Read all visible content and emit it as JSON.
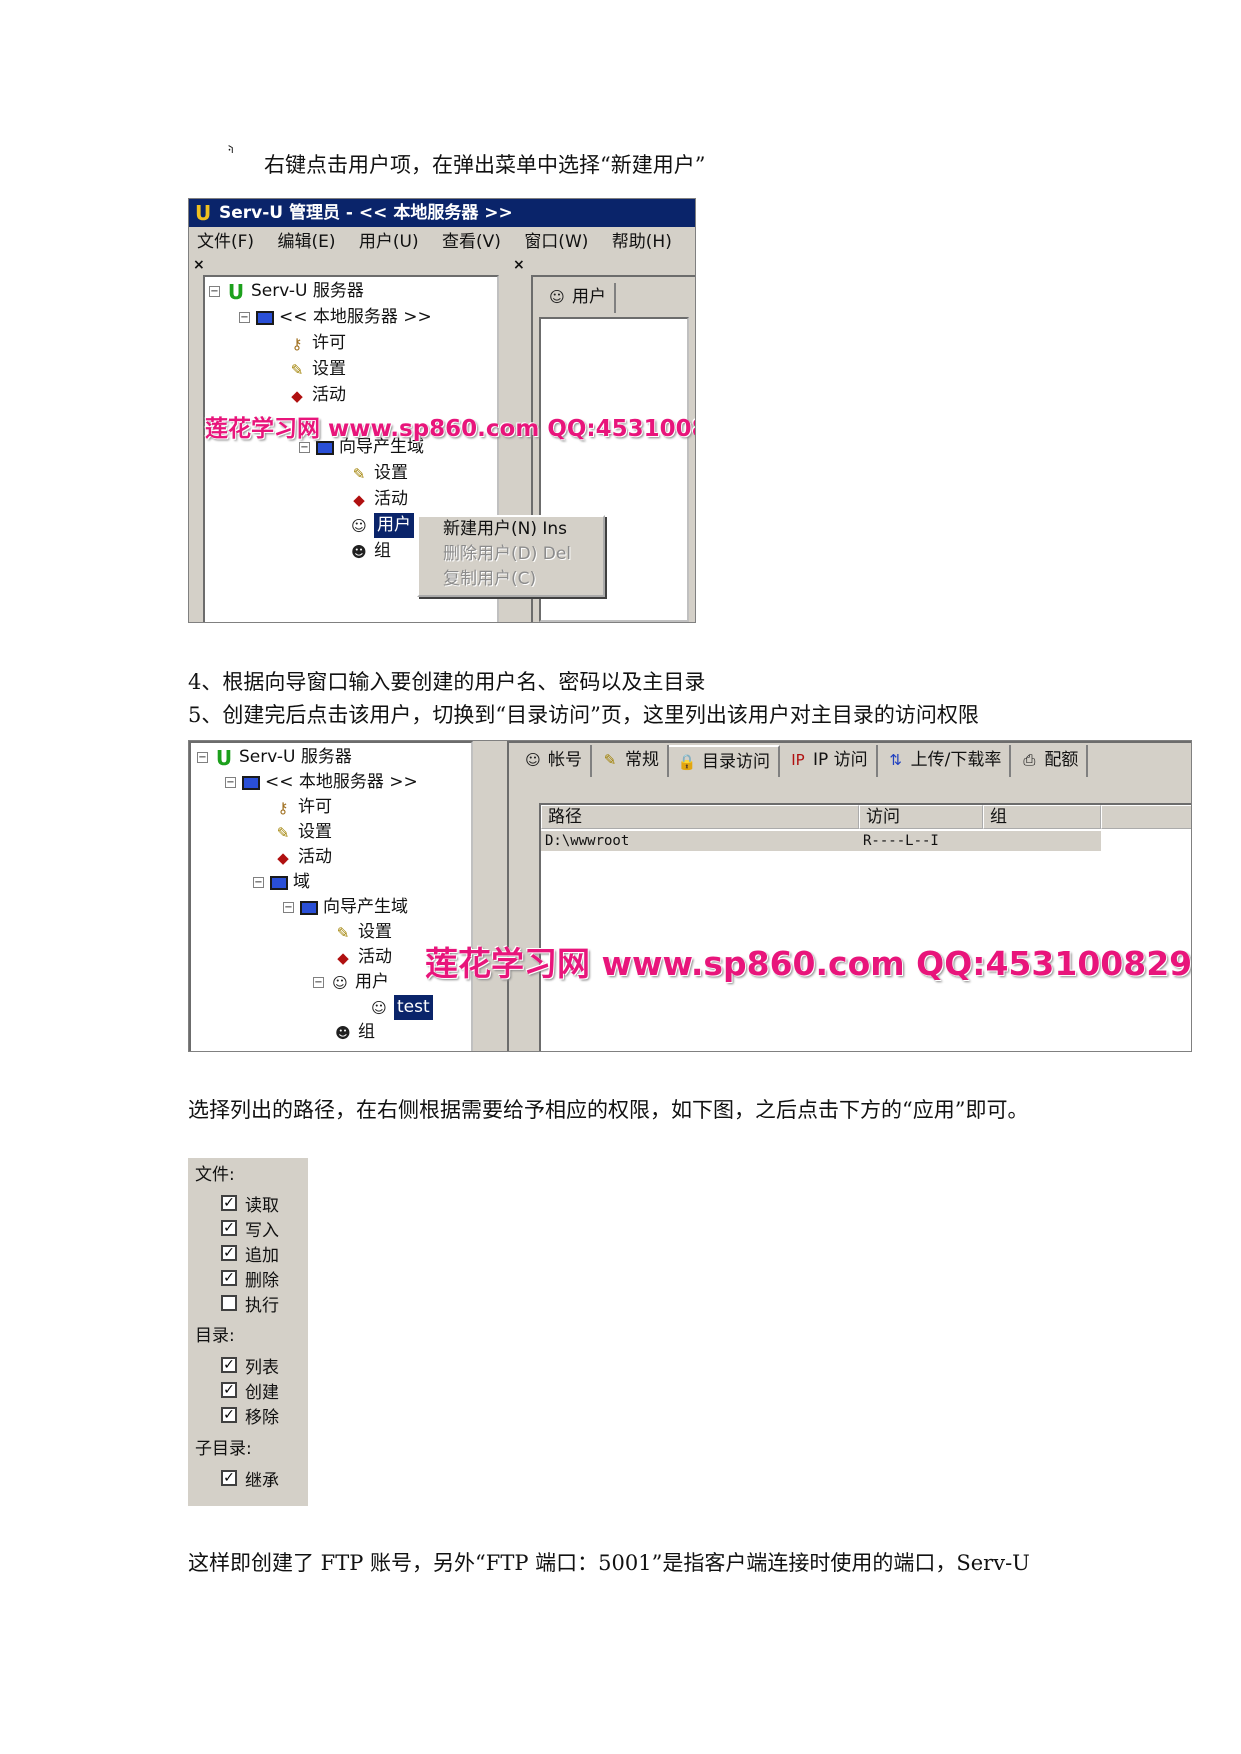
{
  "text": {
    "bullet": "⸅",
    "line1": "右键点击用户项，在弹出菜单中选择“新建用户”",
    "line2": "4、根据向导窗口输入要创建的用户名、密码以及主目录",
    "line3": "5、创建完后点击该用户，切换到“目录访问”页，这里列出该用户对主目录的访问权限",
    "line4": "选择列出的路径，在右侧根据需要给予相应的权限，如下图，之后点击下方的“应用”即可。",
    "line5": "这样即创建了  FTP  账号，另外“FTP  端口：5001”是指客户端连接时使用的端口，Serv-U"
  },
  "shot1": {
    "title": "Serv-U 管理员 - << 本地服务器 >>",
    "menu": [
      "文件(F)",
      "编辑(E)",
      "用户(U)",
      "查看(V)",
      "窗口(W)",
      "帮助(H)"
    ],
    "close_glyph": "×",
    "right_tab": "用户",
    "tree": {
      "root": "Serv-U 服务器",
      "local": "<< 本地服务器 >>",
      "license": "许可",
      "settings": "设置",
      "activity": "活动",
      "domain": "向导产生域",
      "d_settings": "设置",
      "d_activity": "活动",
      "users": "用户",
      "groups": "组"
    },
    "context_menu": [
      {
        "label": "新建用户(N)  Ins",
        "disabled": false
      },
      {
        "label": "删除用户(D)  Del",
        "disabled": true
      },
      {
        "label": "复制用户(C)",
        "disabled": true
      }
    ]
  },
  "shot2": {
    "tree": {
      "root": "Serv-U 服务器",
      "local": "<< 本地服务器 >>",
      "license": "许可",
      "settings": "设置",
      "activity": "活动",
      "domains": "域",
      "domain": "向导产生域",
      "d_settings": "设置",
      "d_activity": "活动",
      "users": "用户",
      "test": "test",
      "groups": "组"
    },
    "tabs": [
      "帐号",
      "常规",
      "目录访问",
      "IP 访问",
      "上传/下载率",
      "配额"
    ],
    "active_tab": "目录访问",
    "columns": [
      "路径",
      "访问",
      "组"
    ],
    "rows": [
      {
        "path": "D:\\wwwroot",
        "access": "R----L--I",
        "group": ""
      }
    ]
  },
  "watermark": "莲花学习网 www.sp860.com QQ:453100829",
  "permissions": {
    "files_label": "文件:",
    "files": [
      {
        "label": "读取",
        "checked": true
      },
      {
        "label": "写入",
        "checked": true
      },
      {
        "label": "追加",
        "checked": true
      },
      {
        "label": "删除",
        "checked": true
      },
      {
        "label": "执行",
        "checked": false
      }
    ],
    "dirs_label": "目录:",
    "dirs": [
      {
        "label": "列表",
        "checked": true
      },
      {
        "label": "创建",
        "checked": true
      },
      {
        "label": "移除",
        "checked": true
      }
    ],
    "subdirs_label": "子目录:",
    "subdirs": [
      {
        "label": "继承",
        "checked": true
      }
    ],
    "check_glyph": "✓"
  }
}
